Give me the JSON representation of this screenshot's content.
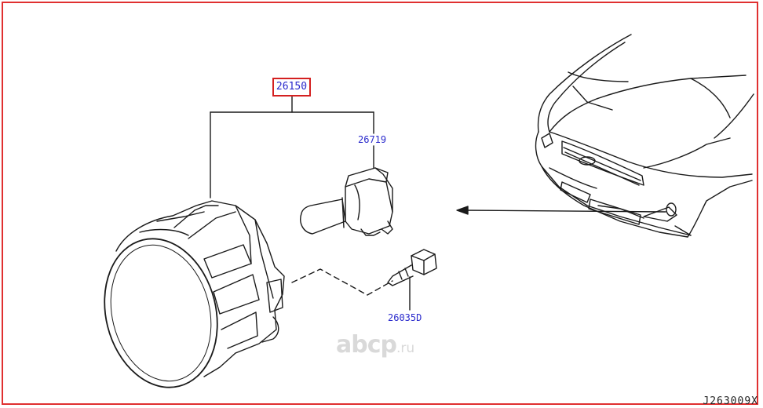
{
  "parts": {
    "fog_lamp_assembly": "26150",
    "bulb": "26719",
    "screw": "26035D"
  },
  "diagram_code": "J263009X",
  "watermark": {
    "brand": "abcp",
    "tld": ".ru"
  },
  "colors": {
    "frame": "#e03030",
    "highlight_box": "#d42020",
    "label_text": "#2a2acc",
    "line_art": "#1a1a1a"
  }
}
